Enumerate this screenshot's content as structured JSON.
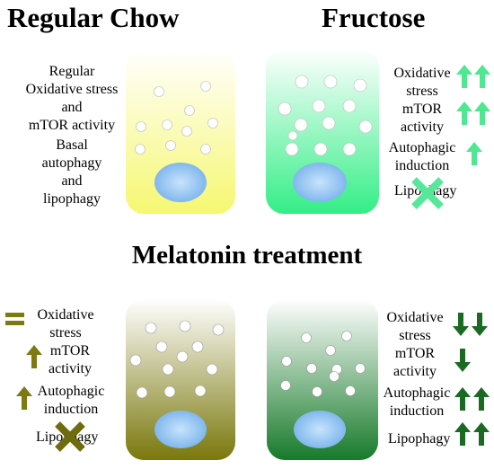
{
  "titles": {
    "regular_chow": "Regular Chow",
    "fructose": "Fructose",
    "melatonin": "Melatonin treatment"
  },
  "regular_chow": {
    "line1": "Regular",
    "line2": "Oxidative stress",
    "line3": "and",
    "line4": "mTOR activity",
    "line5": "Basal",
    "line6": "autophagy",
    "line7": "and",
    "line8": "lipophagy"
  },
  "fructose": {
    "oxidative": "Oxidative",
    "stress": "stress",
    "mtor": "mTOR",
    "activity": "activity",
    "autophagic": "Autophagic",
    "induction": "induction",
    "lipophagy": "Lipophagy"
  },
  "melatonin_left": {
    "oxidative": "Oxidative",
    "stress": "stress",
    "mtor": "mTOR",
    "activity": "activity",
    "autophagic": "Autophagic",
    "induction": "induction",
    "lipophagy": "Lipophagy"
  },
  "melatonin_right": {
    "oxidative": "Oxidative",
    "stress": "stress",
    "mtor": "mTOR",
    "activity": "activity",
    "autophagic": "Autophagic",
    "induction": "induction",
    "lipophagy": "Lipophagy"
  },
  "colors": {
    "yellow": "#f7f97a",
    "fructose_green": "#3cf08a",
    "olive": "#7a7a10",
    "dark_green": "#1b7a2a",
    "nucleus": "#7fb8f0"
  },
  "icons": {
    "up": "up-arrow-icon",
    "down": "down-arrow-icon",
    "equal": "equal-icon",
    "cross": "cross-icon"
  }
}
